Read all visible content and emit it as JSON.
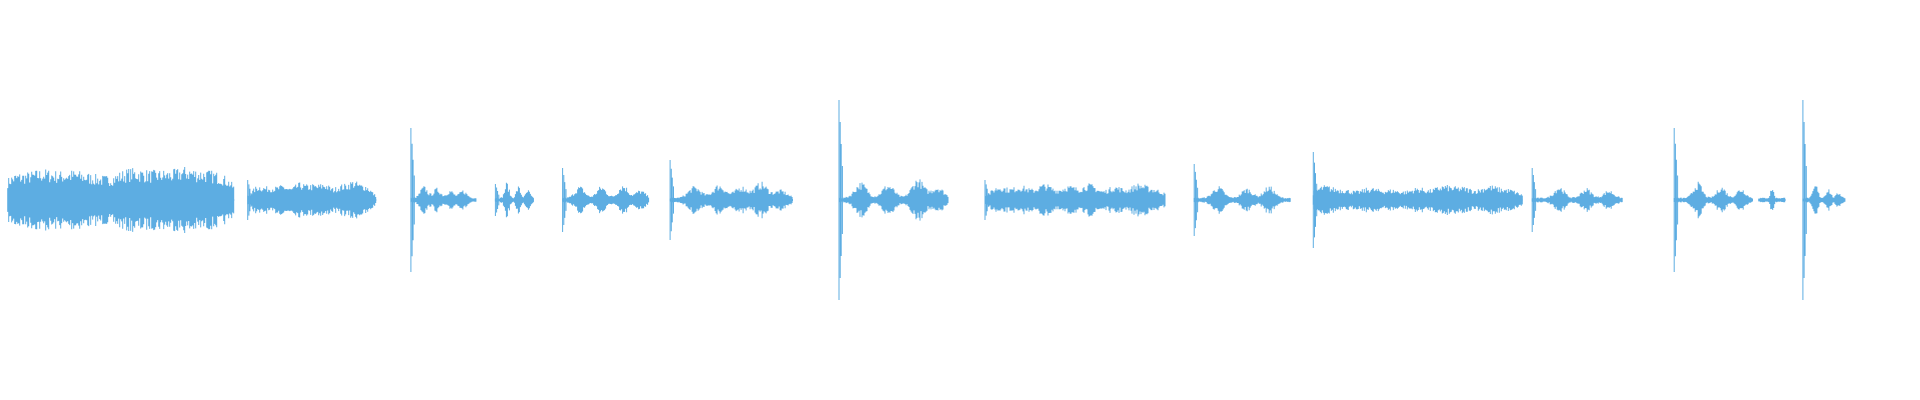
{
  "waveform": {
    "color": "#5dade2",
    "background": "#ffffff",
    "segments": [
      {
        "pulses": [
          {
            "t": 0.01,
            "a": 0.04
          },
          {
            "t": 0.06,
            "a": 0.03
          },
          {
            "t": 0.11,
            "a": 0.035
          },
          {
            "t": 0.16,
            "a": 0.04
          },
          {
            "t": 0.21,
            "a": 0.035
          },
          {
            "t": 0.26,
            "a": 0.03
          },
          {
            "t": 0.3,
            "a": 0.035
          },
          {
            "t": 0.35,
            "a": 0.03
          },
          {
            "t": 0.39,
            "a": 0.025
          },
          {
            "t": 0.44,
            "a": 0.03
          },
          {
            "t": 0.49,
            "a": 0.025
          },
          {
            "t": 0.53,
            "a": 0.04
          },
          {
            "t": 0.58,
            "a": 0.035
          },
          {
            "t": 0.62,
            "a": 0.03
          },
          {
            "t": 0.67,
            "a": 0.035
          },
          {
            "t": 0.71,
            "a": 0.03
          },
          {
            "t": 0.76,
            "a": 0.035
          },
          {
            "t": 0.8,
            "a": 0.04
          },
          {
            "t": 0.85,
            "a": 0.03
          },
          {
            "t": 0.89,
            "a": 0.035
          },
          {
            "t": 0.94,
            "a": 0.03
          },
          {
            "t": 0.98,
            "a": 0.025
          }
        ],
        "start": 0.004,
        "end": 0.122,
        "spike": 0.0,
        "peak": 0.0
      },
      {
        "pulses": [
          {
            "t": 0.08,
            "a": 0.03
          },
          {
            "t": 0.18,
            "a": 0.025
          },
          {
            "t": 0.28,
            "a": 0.03
          },
          {
            "t": 0.4,
            "a": 0.035
          },
          {
            "t": 0.5,
            "a": 0.03
          },
          {
            "t": 0.6,
            "a": 0.035
          },
          {
            "t": 0.72,
            "a": 0.03
          },
          {
            "t": 0.82,
            "a": 0.04
          },
          {
            "t": 0.92,
            "a": 0.03
          }
        ],
        "start": 0.129,
        "end": 0.196,
        "spike": 0.129,
        "peak": 0.1
      },
      {
        "pulses": [
          {
            "t": 0.2,
            "a": 0.03
          },
          {
            "t": 0.4,
            "a": 0.025
          },
          {
            "t": 0.6,
            "a": 0.02
          },
          {
            "t": 0.8,
            "a": 0.02
          }
        ],
        "start": 0.214,
        "end": 0.248,
        "spike": 0.214,
        "peak": 0.36
      },
      {
        "pulses": [
          {
            "t": 0.3,
            "a": 0.04
          },
          {
            "t": 0.6,
            "a": 0.03
          },
          {
            "t": 0.85,
            "a": 0.02
          }
        ],
        "start": 0.258,
        "end": 0.278,
        "spike": 0.258,
        "peak": 0.08
      },
      {
        "pulses": [
          {
            "t": 0.2,
            "a": 0.03
          },
          {
            "t": 0.45,
            "a": 0.03
          },
          {
            "t": 0.7,
            "a": 0.035
          },
          {
            "t": 0.9,
            "a": 0.02
          }
        ],
        "start": 0.293,
        "end": 0.338,
        "spike": 0.293,
        "peak": 0.16
      },
      {
        "pulses": [
          {
            "t": 0.2,
            "a": 0.03
          },
          {
            "t": 0.4,
            "a": 0.035
          },
          {
            "t": 0.58,
            "a": 0.03
          },
          {
            "t": 0.74,
            "a": 0.04
          },
          {
            "t": 0.9,
            "a": 0.02
          }
        ],
        "start": 0.349,
        "end": 0.413,
        "spike": 0.349,
        "peak": 0.2
      },
      {
        "pulses": [
          {
            "t": 0.2,
            "a": 0.04
          },
          {
            "t": 0.45,
            "a": 0.035
          },
          {
            "t": 0.72,
            "a": 0.05
          },
          {
            "t": 0.9,
            "a": 0.03
          }
        ],
        "start": 0.437,
        "end": 0.494,
        "spike": 0.437,
        "peak": 0.5
      },
      {
        "pulses": [
          {
            "t": 0.08,
            "a": 0.03
          },
          {
            "t": 0.2,
            "a": 0.03
          },
          {
            "t": 0.33,
            "a": 0.035
          },
          {
            "t": 0.46,
            "a": 0.03
          },
          {
            "t": 0.58,
            "a": 0.035
          },
          {
            "t": 0.72,
            "a": 0.03
          },
          {
            "t": 0.85,
            "a": 0.035
          },
          {
            "t": 0.95,
            "a": 0.02
          }
        ],
        "start": 0.513,
        "end": 0.607,
        "spike": 0.513,
        "peak": 0.1
      },
      {
        "pulses": [
          {
            "t": 0.25,
            "a": 0.03
          },
          {
            "t": 0.55,
            "a": 0.025
          },
          {
            "t": 0.78,
            "a": 0.03
          }
        ],
        "start": 0.622,
        "end": 0.672,
        "spike": 0.622,
        "peak": 0.18
      },
      {
        "pulses": [
          {
            "t": 0.05,
            "a": 0.03
          },
          {
            "t": 0.15,
            "a": 0.02
          },
          {
            "t": 0.27,
            "a": 0.025
          },
          {
            "t": 0.38,
            "a": 0.02
          },
          {
            "t": 0.5,
            "a": 0.025
          },
          {
            "t": 0.62,
            "a": 0.03
          },
          {
            "t": 0.72,
            "a": 0.025
          },
          {
            "t": 0.84,
            "a": 0.03
          },
          {
            "t": 0.94,
            "a": 0.02
          }
        ],
        "start": 0.684,
        "end": 0.793,
        "spike": 0.684,
        "peak": 0.24
      },
      {
        "pulses": [
          {
            "t": 0.3,
            "a": 0.03
          },
          {
            "t": 0.6,
            "a": 0.025
          },
          {
            "t": 0.85,
            "a": 0.02
          }
        ],
        "start": 0.798,
        "end": 0.845,
        "spike": 0.798,
        "peak": 0.16
      },
      {
        "pulses": [
          {
            "t": 0.3,
            "a": 0.04
          },
          {
            "t": 0.6,
            "a": 0.03
          },
          {
            "t": 0.85,
            "a": 0.025
          }
        ],
        "start": 0.872,
        "end": 0.913,
        "spike": 0.872,
        "peak": 0.36
      },
      {
        "pulses": [
          {
            "t": 0.5,
            "a": 0.03
          }
        ],
        "start": 0.916,
        "end": 0.93,
        "spike": 0.0,
        "peak": 0.0
      },
      {
        "pulses": [
          {
            "t": 0.3,
            "a": 0.035
          },
          {
            "t": 0.6,
            "a": 0.025
          },
          {
            "t": 0.85,
            "a": 0.015
          }
        ],
        "start": 0.939,
        "end": 0.961,
        "spike": 0.939,
        "peak": 0.5
      }
    ]
  }
}
